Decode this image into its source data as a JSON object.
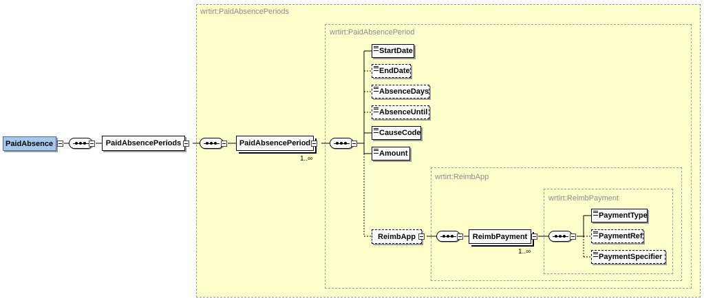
{
  "types": {
    "paid_absence_periods": "wrtirt:PaidAbsencePeriods",
    "paid_absence_period": "wrtirt:PaidAbsencePeriod",
    "reimb_app": "wrtirt:ReimbApp",
    "reimb_payment": "wrtirt:ReimbPayment"
  },
  "elements": {
    "root": "PaidAbsence",
    "paid_absence_periods": "PaidAbsencePeriods",
    "paid_absence_period": "PaidAbsencePeriod",
    "start_date": "StartDate",
    "end_date": "EndDate",
    "absence_days": "AbsenceDays",
    "absence_until": "AbsenceUntil",
    "cause_code": "CauseCode",
    "amount": "Amount",
    "reimb_app": "ReimbApp",
    "reimb_payment": "ReimbPayment",
    "payment_type": "PaymentType",
    "payment_ref": "PaymentRef",
    "payment_specifier": "PaymentSpecifier"
  },
  "multiplicity": {
    "paid_absence_period": "1..∞",
    "reimb_payment": "1..∞"
  },
  "colors": {
    "type_background": "#ffffcc",
    "root_fill": "#a7c8ec",
    "type_border": "#9a9a9a"
  }
}
